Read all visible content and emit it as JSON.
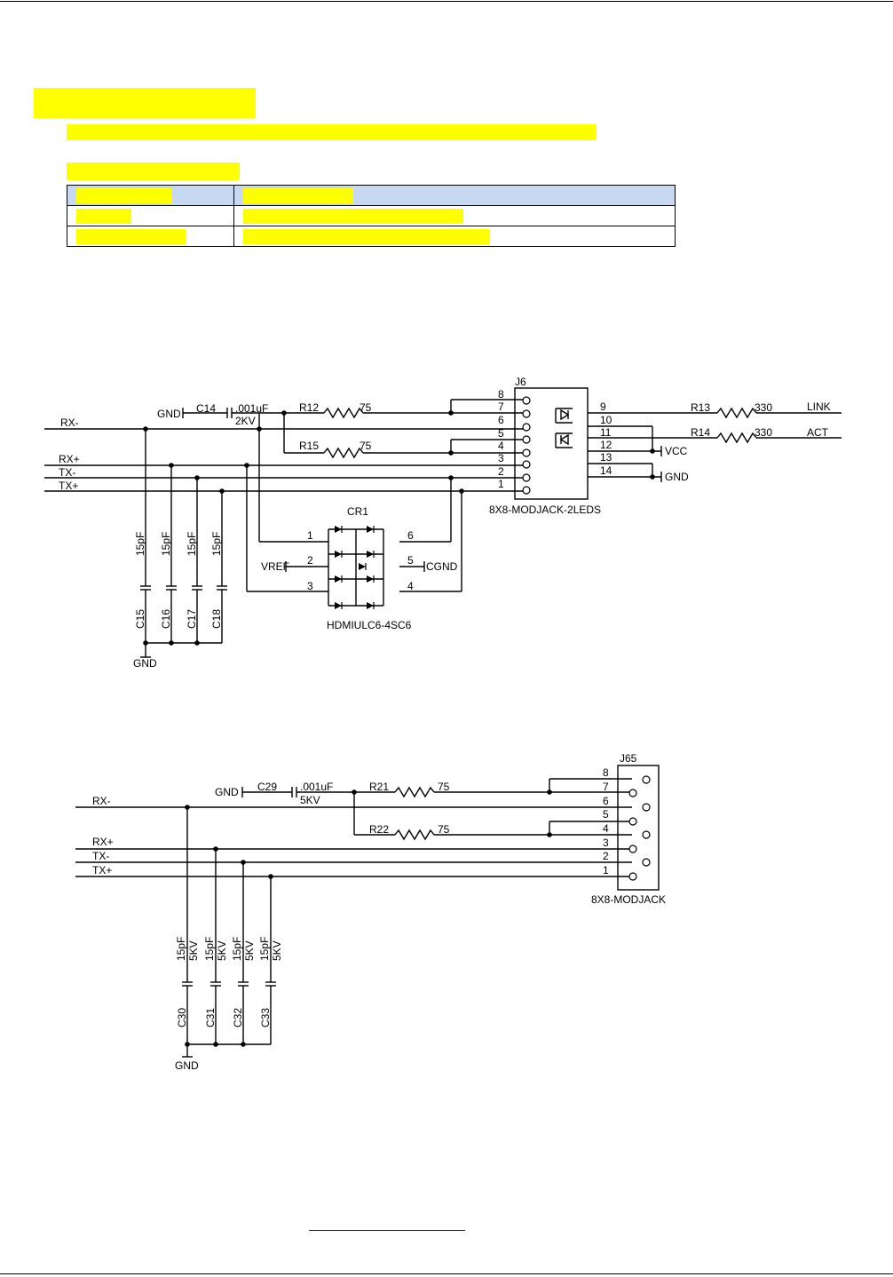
{
  "schematic1": {
    "connector_ref": "J6",
    "connector_value": "8X8-MODJACK-2LEDS",
    "pins_left": [
      "8",
      "7",
      "6",
      "5",
      "4",
      "3",
      "2",
      "1"
    ],
    "pins_right": [
      "9",
      "10",
      "11",
      "12",
      "13",
      "14"
    ],
    "nets": {
      "rxm": "RX-",
      "rxp": "RX+",
      "txm": "TX-",
      "txp": "TX+",
      "gnd": "GND",
      "link": "LINK",
      "act": "ACT",
      "vcc": "VCC",
      "vref": "VREF",
      "cgnd": "CGND"
    },
    "cap_hv": {
      "ref": "C14",
      "value": ".001uF",
      "rating": "2KV"
    },
    "r12": {
      "ref": "R12",
      "value": "75"
    },
    "r15": {
      "ref": "R15",
      "value": "75"
    },
    "r13": {
      "ref": "R13",
      "value": "330"
    },
    "r14": {
      "ref": "R14",
      "value": "330"
    },
    "caps": [
      {
        "ref": "C15",
        "value": "15pF"
      },
      {
        "ref": "C16",
        "value": "15pF"
      },
      {
        "ref": "C17",
        "value": "15pF"
      },
      {
        "ref": "C18",
        "value": "15pF"
      }
    ],
    "tvs": {
      "ref": "CR1",
      "value": "HDMIULC6-4SC6",
      "pins": [
        "1",
        "2",
        "3",
        "4",
        "5",
        "6"
      ]
    }
  },
  "schematic2": {
    "connector_ref": "J65",
    "connector_value": "8X8-MODJACK",
    "pins_left": [
      "8",
      "7",
      "6",
      "5",
      "4",
      "3",
      "2",
      "1"
    ],
    "nets": {
      "rxm": "RX-",
      "rxp": "RX+",
      "txm": "TX-",
      "txp": "TX+",
      "gnd": "GND"
    },
    "cap_hv": {
      "ref": "C29",
      "value": ".001uF",
      "rating": "5KV"
    },
    "r21": {
      "ref": "R21",
      "value": "75"
    },
    "r22": {
      "ref": "R22",
      "value": "75"
    },
    "caps": [
      {
        "ref": "C30",
        "value": "15pF",
        "rating": "5KV"
      },
      {
        "ref": "C31",
        "value": "15pF",
        "rating": "5KV"
      },
      {
        "ref": "C32",
        "value": "15pF",
        "rating": "5KV"
      },
      {
        "ref": "C33",
        "value": "15pF",
        "rating": "5KV"
      }
    ]
  }
}
